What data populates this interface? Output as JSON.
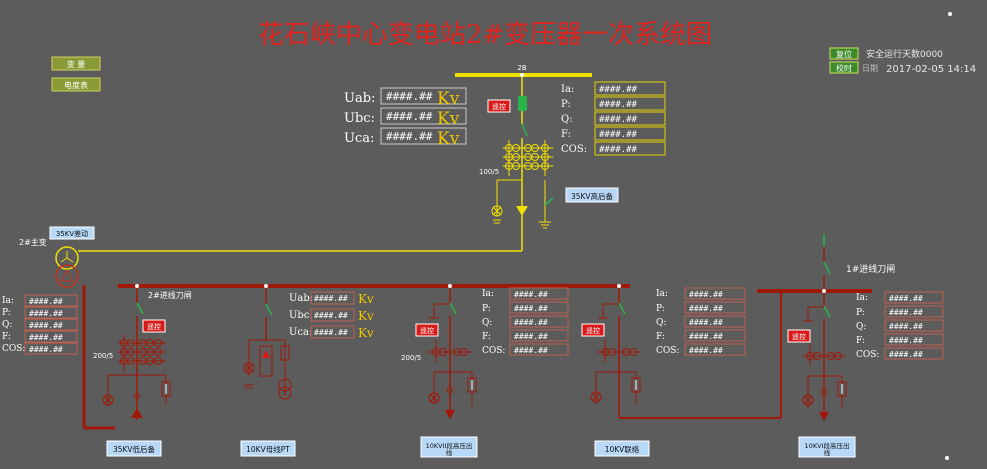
{
  "title": "花石峡中心变电站2#变压器一次系统图",
  "left_buttons": {
    "btn1": "变 量",
    "btn2": "电度表"
  },
  "right_panel": {
    "reset_label": "复位",
    "calib_label": "校时",
    "safe_days_label": "安全运行天数",
    "safe_days_value": "0000",
    "date_label": "日期",
    "date_value": "2017-02-05 14:14"
  },
  "voltage_top": {
    "uab_label": "Uab:",
    "ubc_label": "Ubc:",
    "uca_label": "Uca:",
    "uab_value": "####.##",
    "ubc_value": "####.##",
    "uca_value": "####.##",
    "unit": "Kv"
  },
  "transformer_2b": {
    "name": "2B",
    "remote_label": "遥控",
    "ct_ratio": "100/5",
    "backup_label": "35KV高后备",
    "readings": [
      {
        "label": "Ia:",
        "value": "####.##"
      },
      {
        "label": "P:",
        "value": "####.##"
      },
      {
        "label": "Q:",
        "value": "####.##"
      },
      {
        "label": "F:",
        "value": "####.##"
      },
      {
        "label": "COS:",
        "value": "####.##"
      }
    ]
  },
  "main_transformer": {
    "name": "2#主变",
    "diff_label": "35KV差动"
  },
  "left_readings": [
    {
      "label": "Ia:",
      "value": "####.##"
    },
    {
      "label": "P:",
      "value": "####.##"
    },
    {
      "label": "Q:",
      "value": "####.##"
    },
    {
      "label": "F:",
      "value": "####.##"
    },
    {
      "label": "COS:",
      "value": "####.##"
    }
  ],
  "feeder_low": {
    "knife_label": "2#进线刀闸",
    "remote_label": "遥控",
    "ct_ratio": "200/5",
    "bottom_label": "35KV低后备"
  },
  "feeder_pt": {
    "uab_label": "Uab:",
    "ubc_label": "Ubc:",
    "uca_label": "Uca:",
    "uab_value": "####.##",
    "ubc_value": "####.##",
    "uca_value": "####.##",
    "unit": "Kv",
    "bottom_label": "10KV母线PT"
  },
  "feeder_vii": {
    "remote_label": "遥控",
    "ct_ratio": "200/5",
    "bottom_label": "10KVII段高压出线",
    "readings": [
      {
        "label": "Ia:",
        "value": "####.##"
      },
      {
        "label": "P:",
        "value": "####.##"
      },
      {
        "label": "Q:",
        "value": "####.##"
      },
      {
        "label": "F:",
        "value": "####.##"
      },
      {
        "label": "COS:",
        "value": "####.##"
      }
    ]
  },
  "feeder_link": {
    "remote_label": "遥控",
    "bottom_label": "10KV联络",
    "readings": [
      {
        "label": "Ia:",
        "value": "####.##"
      },
      {
        "label": "P:",
        "value": "####.##"
      },
      {
        "label": "Q:",
        "value": "####.##"
      },
      {
        "label": "F:",
        "value": "####.##"
      },
      {
        "label": "COS:",
        "value": "####.##"
      }
    ]
  },
  "feeder_vi": {
    "knife_label": "1#进线刀闸",
    "remote_label": "遥控",
    "bottom_label": "10KVI段高压出线",
    "readings": [
      {
        "label": "Ia:",
        "value": "####.##"
      },
      {
        "label": "P:",
        "value": "####.##"
      },
      {
        "label": "Q:",
        "value": "####.##"
      },
      {
        "label": "F:",
        "value": "####.##"
      },
      {
        "label": "COS:",
        "value": "####.##"
      }
    ]
  },
  "colors": {
    "background": "#5c5c5c",
    "title": "#e0231f",
    "bus_35kv": "#f0e000",
    "bus_10kv": "#a01808",
    "breaker": "#2ab54a",
    "remote_button": "#d81a1a",
    "value_unit": "#f0c800"
  }
}
